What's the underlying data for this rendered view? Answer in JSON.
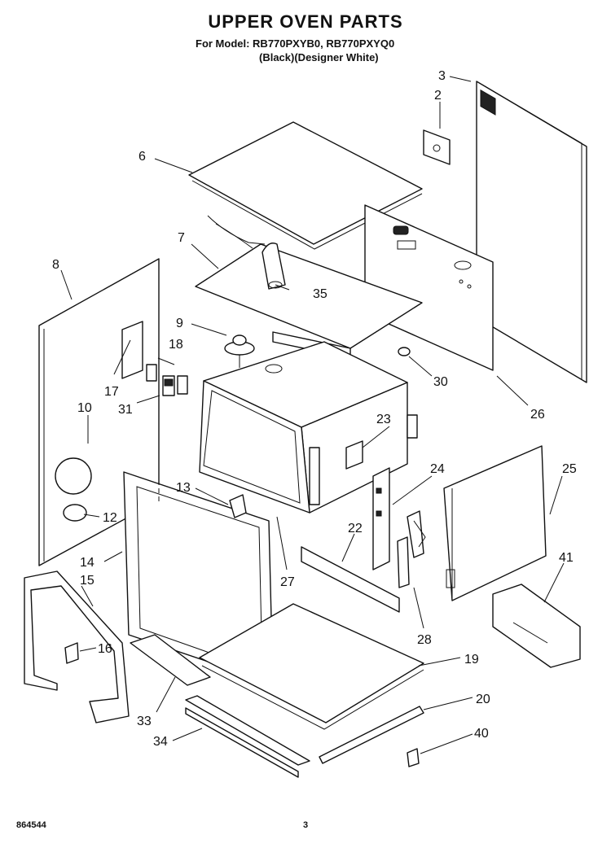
{
  "header": {
    "title": "UPPER OVEN PARTS",
    "model_line": "For Model: RB770PXYB0, RB770PXYQ0",
    "variant_line": "(Black)(Designer White)"
  },
  "footer": {
    "doc_number": "864544",
    "page_number": "3"
  },
  "callouts": {
    "c2": "2",
    "c3": "3",
    "c6": "6",
    "c7": "7",
    "c8": "8",
    "c9": "9",
    "c10": "10",
    "c12": "12",
    "c13": "13",
    "c14": "14",
    "c15": "15",
    "c16": "16",
    "c17": "17",
    "c18": "18",
    "c19": "19",
    "c20": "20",
    "c22": "22",
    "c23": "23",
    "c24": "24",
    "c25": "25",
    "c26": "26",
    "c27": "27",
    "c28": "28",
    "c30": "30",
    "c31": "31",
    "c33": "33",
    "c34": "34",
    "c35": "35",
    "c40": "40",
    "c41": "41"
  }
}
